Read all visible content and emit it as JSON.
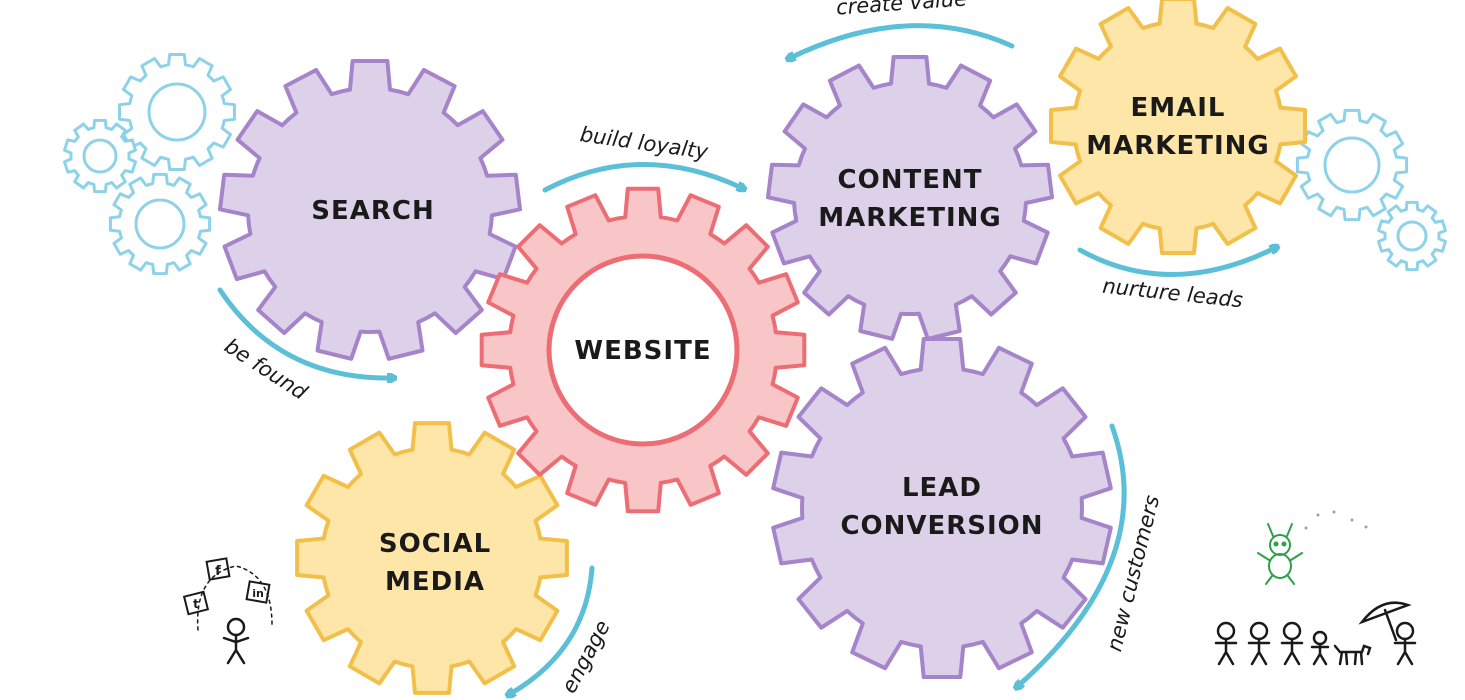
{
  "colors": {
    "purple_fill": "#ddd1ea",
    "purple_stroke": "#a584c9",
    "yellow_fill": "#fde6a7",
    "yellow_stroke": "#f2c04a",
    "red_fill": "#f9c6c8",
    "red_stroke": "#ec6d74",
    "blue_stroke": "#8ed2ea",
    "arrow": "#5bbfd8"
  },
  "gears": {
    "search": {
      "line1": "SEARCH"
    },
    "website": {
      "line1": "WEBSITE"
    },
    "content": {
      "line1": "CONTENT",
      "line2": "MARKETING"
    },
    "email": {
      "line1": "EMAIL",
      "line2": "MARKETING"
    },
    "lead": {
      "line1": "LEAD",
      "line2": "CONVERSION"
    },
    "social": {
      "line1": "SOCIAL",
      "line2": "MEDIA"
    }
  },
  "flows": {
    "create_value": "create value",
    "build_loyalty": "build loyalty",
    "nurture_leads": "nurture leads",
    "be_found": "be found",
    "engage": "engage",
    "new_customers": "new customers"
  },
  "social_icons": [
    "f",
    "in",
    "t"
  ],
  "icons": [
    "gear-icon",
    "arrow-icon",
    "stick-figure-icon",
    "umbrella-icon",
    "dog-icon",
    "bug-icon"
  ]
}
